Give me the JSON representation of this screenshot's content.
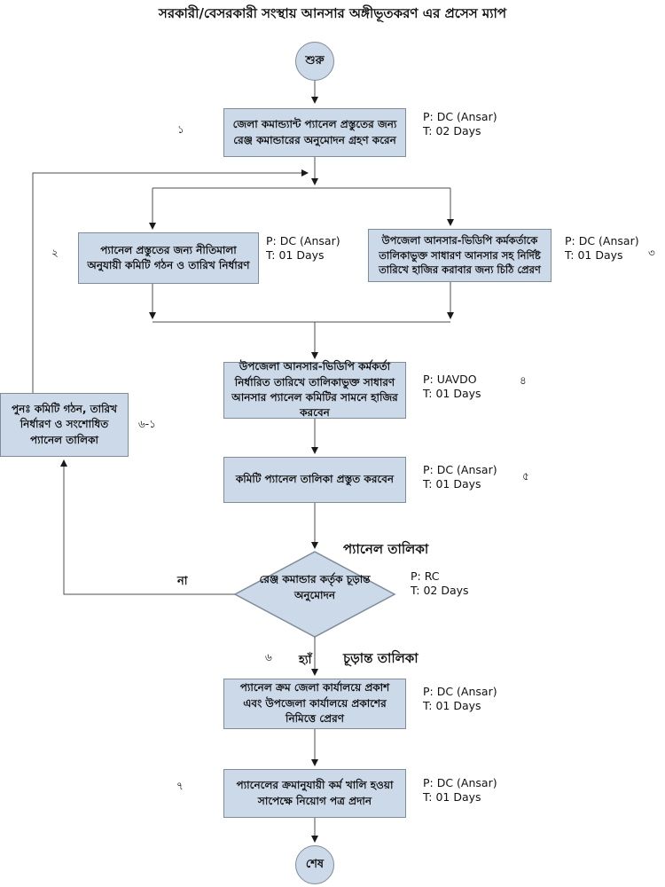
{
  "title": "সরকারী/বেসরকারী সংস্থায় আনসার অঙ্গীভূতকরণ এর প্রসেস ম্যাপ",
  "colors": {
    "node_fill": "#ccd9e8",
    "node_border": "#7f8c99",
    "line": "#4d4d4d"
  },
  "terminals": {
    "start": "শুরু",
    "end": "শেষ"
  },
  "nodes": {
    "step1": {
      "num": "১",
      "text": "জেলা কমান্ড্যান্ট প্যানেল প্রস্তুতের জন্য রেঞ্জ কমান্ডারের অনুমোদন গ্রহণ করেন",
      "p": "P: DC (Ansar)",
      "t": "T: 02 Days"
    },
    "step2": {
      "num": "২",
      "text": "প্যানেল প্রস্তুতের জন্য নীতিমালা অনুযায়ী কমিটি গঠন ও তারিখ নির্ধারণ",
      "p": "P: DC (Ansar)",
      "t": "T: 01 Days"
    },
    "step3": {
      "num": "৩",
      "text": "উপজেলা আনসার-ভিডিপি কর্মকর্তাকে তালিকাভুক্ত সাধারণ আনসার সহ নির্দিষ্ট তারিখে হাজির করাবার জন্য চিঠি প্রেরণ",
      "p": "P: DC (Ansar)",
      "t": "T: 01 Days"
    },
    "step4": {
      "num": "৪",
      "text": "উপজেলা আনসার-ভিডিপি কর্মকর্তা নির্ধারিত তারিখে তালিকাভুক্ত সাধারণ আনসার প্যানেল কমিটির সামনে হাজির করবেন",
      "p": "P: UAVDO",
      "t": "T: 01 Days"
    },
    "rework": {
      "num": "৬-১",
      "text": "পুনঃ  কমিটি গঠন, তারিখ নির্ধারণ ও সংশোধিত প্যানেল তালিকা"
    },
    "step5": {
      "num": "৫",
      "text": "কমিটি প্যানেল তালিকা প্রস্তুত করবেন",
      "p": "P: DC (Ansar)",
      "t": "T: 01 Days"
    },
    "decision": {
      "num": "৬",
      "text": "রেঞ্জ কমান্ডার কর্তৃক চূড়ান্ত অনুমোদন",
      "p": "P: RC",
      "t": "T: 02 Days"
    },
    "step6": {
      "text": "প্যানেল ক্রম জেলা কার্যালয়ে প্রকাশ এবং উপজেলা কার্যালয়ে প্রকাশের নিমিত্তে প্রেরণ",
      "p": "P: DC (Ansar)",
      "t": "T: 01 Days"
    },
    "step7": {
      "num": "৭",
      "text": "প্যানেলের ক্রমানুযায়ী কর্ম খালি হওয়া সাপেক্ষে নিয়োগ পত্র প্রদান",
      "p": "P: DC (Ansar)",
      "t": "T: 01 Days"
    }
  },
  "edge_labels": {
    "yes": "হ্যাঁ",
    "no": "না",
    "panel_list": "প্যানেল তালিকা",
    "final_list": "চূড়ান্ত তালিকা"
  }
}
